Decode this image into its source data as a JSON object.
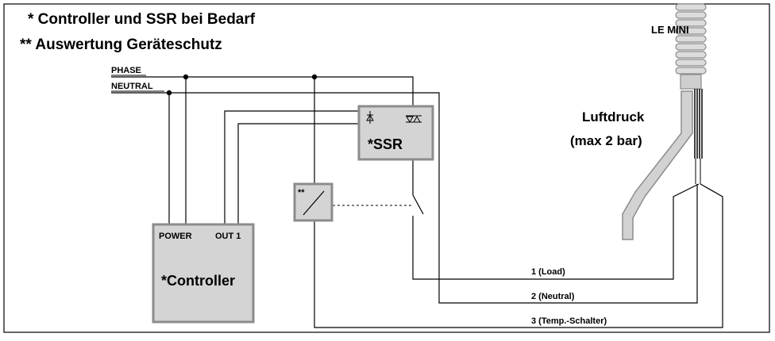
{
  "notes": {
    "note1": "* Controller und SSR bei Bedarf",
    "note2": "** Auswertung Geräteschutz"
  },
  "lines": {
    "phase": "PHASE",
    "neutral": "NEUTRAL"
  },
  "ssr": {
    "label": "*SSR"
  },
  "protection": {
    "label": "**"
  },
  "controller": {
    "power": "POWER",
    "out1": "OUT 1",
    "label": "*Controller"
  },
  "heater": {
    "model": "LE MINI",
    "pressure_line1": "Luftdruck",
    "pressure_line2": "(max 2 bar)"
  },
  "wires": {
    "w1": "1  (Load)",
    "w2": "2  (Neutral)",
    "w3": "3  (Temp.-Schalter)"
  },
  "colors": {
    "box_fill": "#d4d4d4",
    "box_stroke": "#8c8c8c",
    "hose_fill": "#d2d2d2"
  }
}
